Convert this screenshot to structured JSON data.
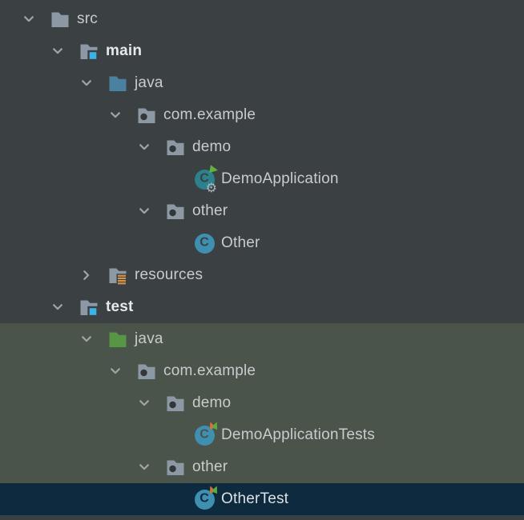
{
  "app": "IntelliJ IDEA project tree",
  "colors": {
    "background": "#3B4043",
    "test_scope_bg": "#4A544B",
    "selection_bg": "#0E2A3F",
    "text": "#C9CBCC",
    "text_bold": "#E6E8E9",
    "text_selected": "#DCE1E4",
    "chevron": "#A0A4A7",
    "folder": "#8C99A4",
    "folder_java_main": "#4B81A0",
    "folder_java_test": "#579644",
    "source_root_badge": "#3EB1E6",
    "resources_badge": "#D39145",
    "package_dot": "#33373A",
    "class_circle": "#3E8FB0",
    "boot_circle": "#2C818C",
    "run_triangle": "#61B33E",
    "gear": "#AFB4B6",
    "test_badge_left": "#E06A3B",
    "test_badge_right": "#5CAD3D"
  },
  "tree": {
    "rows": [
      {
        "label": "src",
        "level": 0,
        "chevron": "expanded",
        "icon": "folder",
        "bold": false,
        "bg": "default"
      },
      {
        "label": "main",
        "level": 1,
        "chevron": "expanded",
        "icon": "folder-source-root",
        "bold": true,
        "bg": "default"
      },
      {
        "label": "java",
        "level": 2,
        "chevron": "expanded",
        "icon": "folder-java-main",
        "bold": false,
        "bg": "default"
      },
      {
        "label": "com.example",
        "level": 3,
        "chevron": "expanded",
        "icon": "package",
        "bold": false,
        "bg": "default"
      },
      {
        "label": "demo",
        "level": 4,
        "chevron": "expanded",
        "icon": "package",
        "bold": false,
        "bg": "default"
      },
      {
        "label": "DemoApplication",
        "level": 5,
        "chevron": "none",
        "icon": "class-spring-boot",
        "bold": false,
        "bg": "default"
      },
      {
        "label": "other",
        "level": 4,
        "chevron": "expanded",
        "icon": "package",
        "bold": false,
        "bg": "default"
      },
      {
        "label": "Other",
        "level": 5,
        "chevron": "none",
        "icon": "class",
        "bold": false,
        "bg": "default"
      },
      {
        "label": "resources",
        "level": 2,
        "chevron": "collapsed",
        "icon": "folder-resources",
        "bold": false,
        "bg": "default"
      },
      {
        "label": "test",
        "level": 1,
        "chevron": "expanded",
        "icon": "folder-source-root",
        "bold": true,
        "bg": "default"
      },
      {
        "label": "java",
        "level": 2,
        "chevron": "expanded",
        "icon": "folder-java-test",
        "bold": false,
        "bg": "test-scope"
      },
      {
        "label": "com.example",
        "level": 3,
        "chevron": "expanded",
        "icon": "package",
        "bold": false,
        "bg": "test-scope"
      },
      {
        "label": "demo",
        "level": 4,
        "chevron": "expanded",
        "icon": "package",
        "bold": false,
        "bg": "test-scope"
      },
      {
        "label": "DemoApplicationTests",
        "level": 5,
        "chevron": "none",
        "icon": "class-test",
        "bold": false,
        "bg": "test-scope"
      },
      {
        "label": "other",
        "level": 4,
        "chevron": "expanded",
        "icon": "package",
        "bold": false,
        "bg": "test-scope"
      },
      {
        "label": "OtherTest",
        "level": 5,
        "chevron": "none",
        "icon": "class-test",
        "bold": false,
        "bg": "selected"
      }
    ]
  }
}
